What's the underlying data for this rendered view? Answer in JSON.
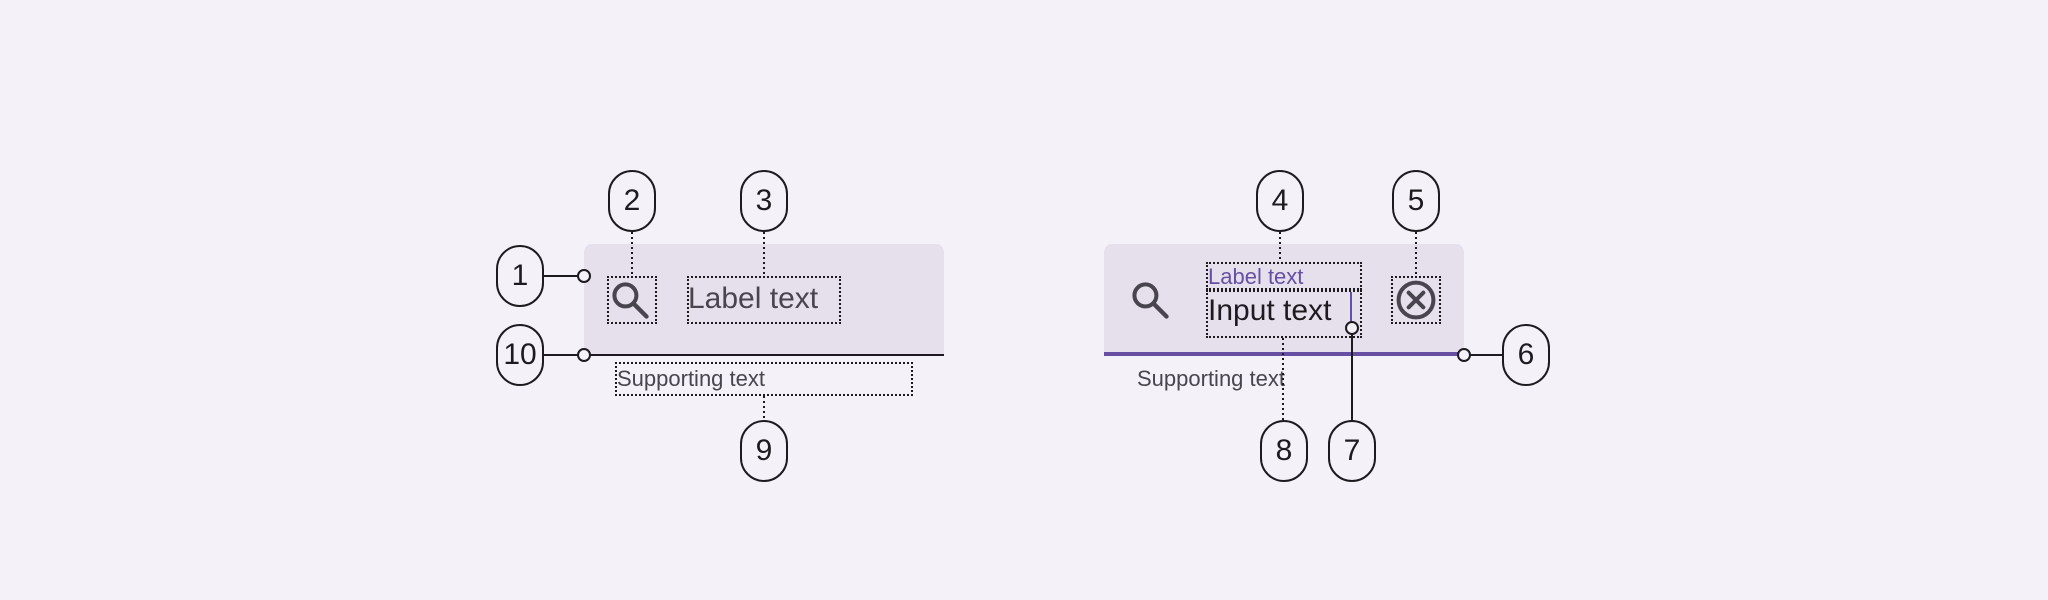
{
  "left_field": {
    "label": "Label text",
    "supporting": "Supporting text",
    "leading_icon": "search-icon"
  },
  "right_field": {
    "label": "Label text",
    "input": "Input text",
    "supporting": "Supporting text",
    "leading_icon": "search-icon",
    "trailing_icon": "clear-icon"
  },
  "callouts": [
    "1",
    "2",
    "3",
    "4",
    "5",
    "6",
    "7",
    "8",
    "9",
    "10"
  ],
  "colors": {
    "background": "#f5f1f8",
    "container": "#e6e0ec",
    "primary": "#6750a4",
    "on_surface": "#1d1b20",
    "on_surface_variant": "#49454f"
  }
}
